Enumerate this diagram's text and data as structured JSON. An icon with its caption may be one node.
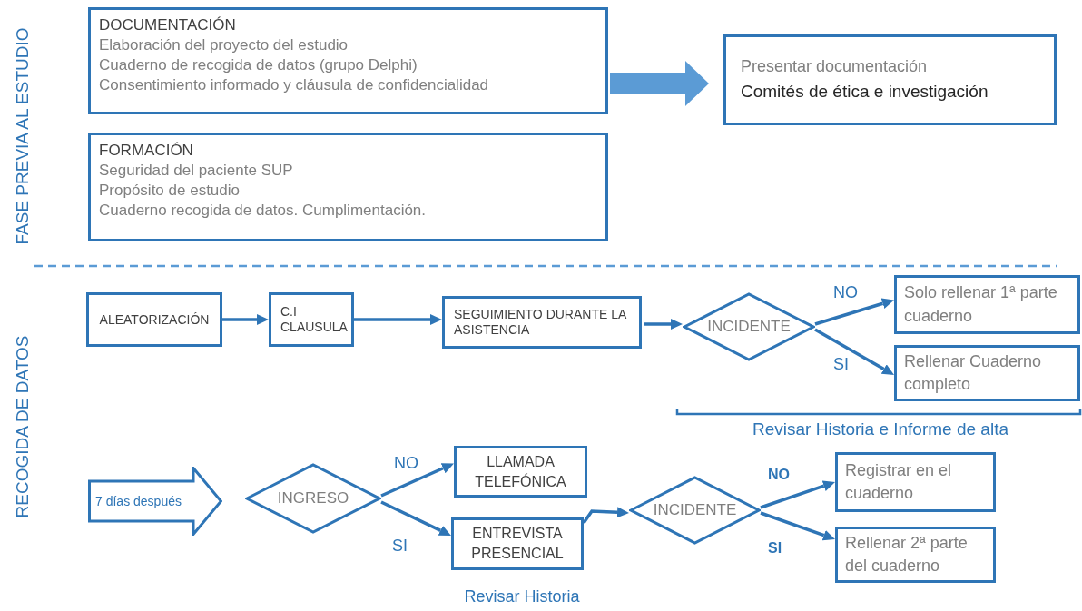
{
  "diagram": {
    "nodes": [
      {
        "text": [
          "DOCUMENTACIÓN",
          "Elaboración del proyecto del estudio",
          "Cuaderno de recogida de datos (grupo Delphi)",
          "Consentimiento informado y cláusula de confidencialidad"
        ]
      },
      {
        "text": [
          "FORMACIÓN",
          "Seguridad del paciente SUP",
          "Propósito de estudio",
          "Cuaderno recogida de datos. Cumplimentación."
        ]
      },
      {
        "text": [
          "Presentar documentación",
          "Comités de ética e investigación"
        ]
      },
      {
        "text": [
          "ALEATORIZACIÓN"
        ]
      },
      {
        "text": [
          "C.I CLAUSULA"
        ]
      },
      {
        "text": [
          "SEGUIMIENTO DURANTE LA ASISTENCIA"
        ]
      },
      {
        "text": [
          "INCIDENTE"
        ]
      },
      {
        "text": [
          "Solo rellenar 1ª parte cuaderno"
        ]
      },
      {
        "text": [
          "Rellenar Cuaderno completo"
        ]
      },
      {
        "text": [
          "7 días después"
        ]
      },
      {
        "text": [
          "INGRESO"
        ]
      },
      {
        "text": [
          "LLAMADA TELEFÓNICA"
        ]
      },
      {
        "text": [
          "ENTREVISTA PRESENCIAL"
        ]
      },
      {
        "text": [
          "INCIDENTE"
        ]
      },
      {
        "text": [
          "Registrar en el cuaderno"
        ]
      },
      {
        "text": [
          "Rellenar 2ª parte del cuaderno"
        ]
      }
    ],
    "edges": [
      {
        "from": 0,
        "to": 2,
        "arrow": "to",
        "style": "thick",
        "color": "#5b9bd5"
      },
      {
        "from": 3,
        "to": 4,
        "arrow": "to"
      },
      {
        "from": 4,
        "to": 5,
        "arrow": "to"
      },
      {
        "from": 5,
        "to": 6,
        "arrow": "to"
      },
      {
        "from": 6,
        "to": 7,
        "arrow": "to",
        "label": "NO"
      },
      {
        "from": 6,
        "to": 8,
        "arrow": "to",
        "label": "SI"
      },
      {
        "from": 10,
        "to": 11,
        "arrow": "to",
        "label": "NO"
      },
      {
        "from": 10,
        "to": 12,
        "arrow": "to",
        "label": "SI"
      },
      {
        "from": 12,
        "to": 13,
        "arrow": "to"
      },
      {
        "from": 13,
        "to": 14,
        "arrow": "to",
        "label": "NO"
      },
      {
        "from": 13,
        "to": 15,
        "arrow": "to",
        "label": "SI"
      }
    ],
    "labels": [
      "FASE PREVIA AL ESTUDIO",
      "RECOGIDA DE DATOS",
      "Revisar Historia e Informe de alta",
      "Revisar Historia"
    ]
  }
}
